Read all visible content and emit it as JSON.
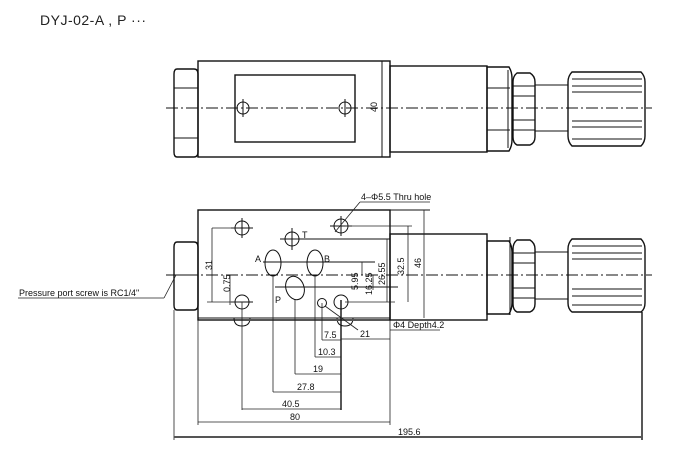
{
  "title": "DYJ-02-A , P ···",
  "top_view": {
    "label_height": "40"
  },
  "front_view": {
    "port_labels": {
      "A": "A",
      "B": "B",
      "P": "P",
      "T": "T"
    },
    "vertical_dims": [
      "31",
      "0.75",
      "5.95",
      "16.25",
      "26.55",
      "32.5",
      "46"
    ],
    "horizontal_dims": [
      "7.5",
      "21",
      "10.3",
      "19",
      "27.8",
      "40.5",
      "80",
      "195.6"
    ],
    "notes": {
      "thru_hole": "4–Φ5.5  Thru hole",
      "depth": "Φ4 Depth4.2",
      "pressure_port": "Pressure port screw is RC1/4\""
    }
  }
}
